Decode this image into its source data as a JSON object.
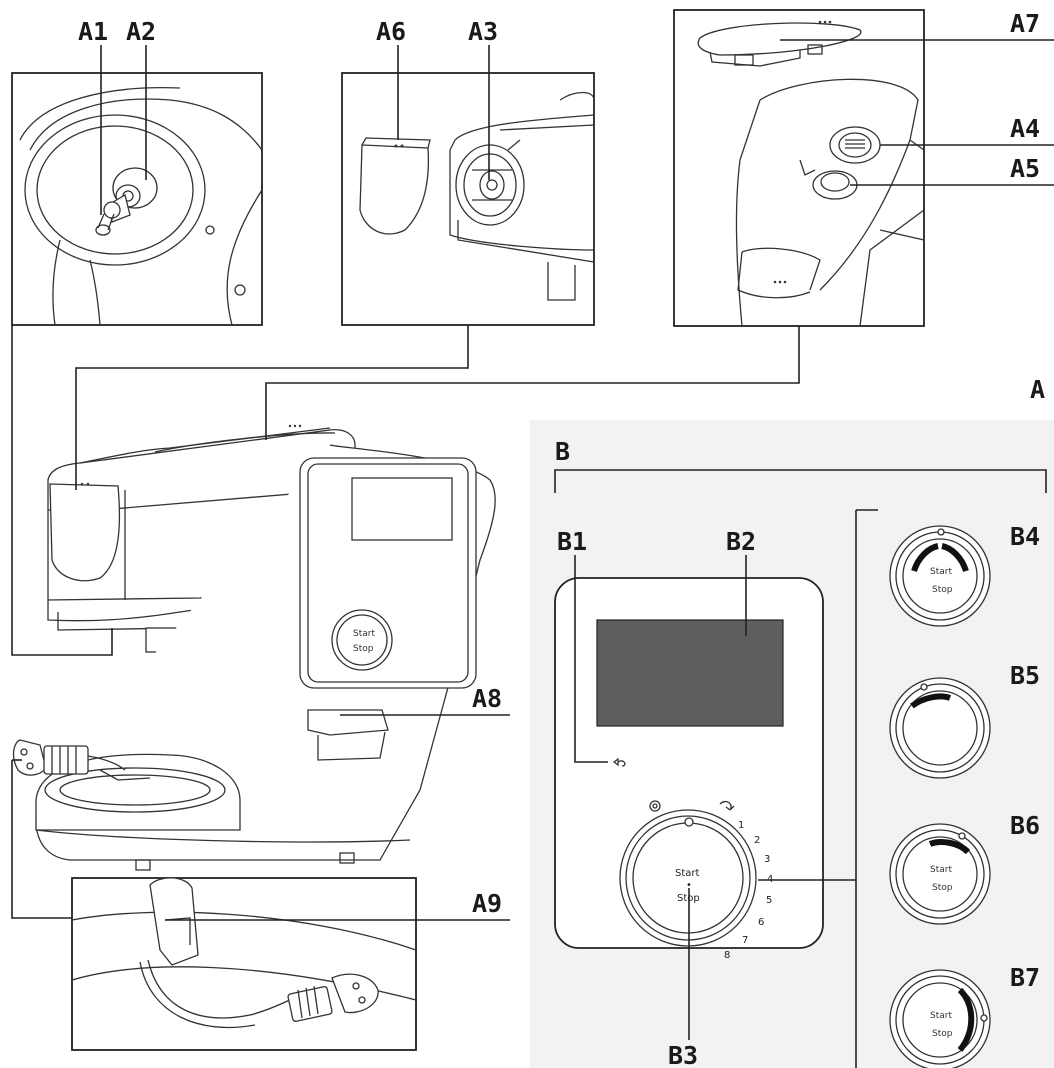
{
  "labels": {
    "A": "A",
    "A1": "A1",
    "A2": "A2",
    "A3": "A3",
    "A4": "A4",
    "A5": "A5",
    "A6": "A6",
    "A7": "A7",
    "A8": "A8",
    "A9": "A9",
    "B": "B",
    "B1": "B1",
    "B2": "B2",
    "B3": "B3",
    "B4": "B4",
    "B5": "B5",
    "B6": "B6",
    "B7": "B7"
  },
  "knob": {
    "start": "Start",
    "stop": "Stop",
    "bullet": "•",
    "scale": [
      "1",
      "2",
      "3",
      "4",
      "5",
      "6",
      "7",
      "8"
    ]
  },
  "device_panel": {
    "start": "Start",
    "stop": "Stop"
  },
  "icons": [
    "target-icon",
    "rotate-icon",
    "back-arrow-icon"
  ],
  "colors": {
    "line": "#222222",
    "display": "#5e5e5e",
    "panel_bg": "#f2f2f2"
  }
}
